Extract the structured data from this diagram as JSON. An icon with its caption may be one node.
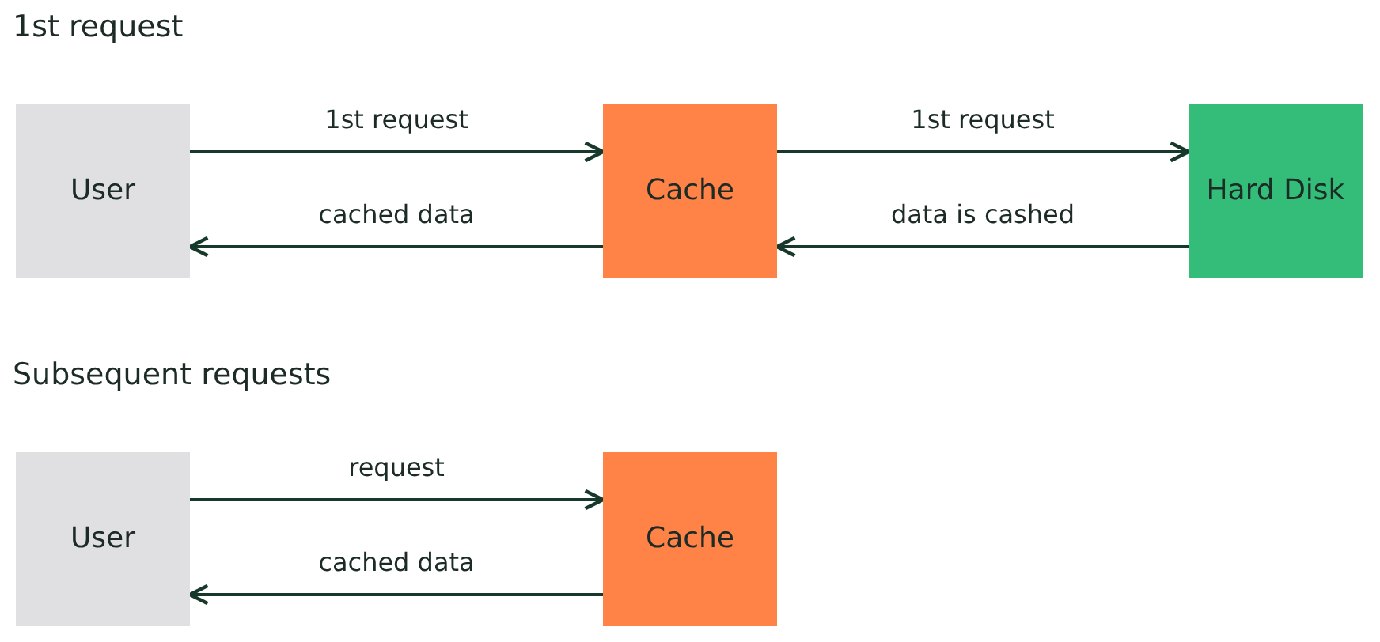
{
  "diagram": {
    "nodes": [
      {
        "text": [
          "User"
        ]
      },
      {
        "text": [
          "Cache"
        ]
      },
      {
        "text": [
          "Hard Disk"
        ]
      },
      {
        "text": [
          "User"
        ]
      },
      {
        "text": [
          "Cache"
        ]
      }
    ],
    "edges": [
      {
        "from": 0,
        "to": 1,
        "arrow": "to",
        "label": "1st request"
      },
      {
        "from": 1,
        "to": 0,
        "arrow": "to",
        "label": "cached data"
      },
      {
        "from": 1,
        "to": 2,
        "arrow": "to",
        "label": "1st request"
      },
      {
        "from": 2,
        "to": 1,
        "arrow": "to",
        "label": "data is cashed"
      },
      {
        "from": 3,
        "to": 4,
        "arrow": "to",
        "label": "request"
      },
      {
        "from": 4,
        "to": 3,
        "arrow": "to",
        "label": "cached data"
      }
    ],
    "labels": [
      "1st request",
      "Subsequent requests"
    ]
  }
}
